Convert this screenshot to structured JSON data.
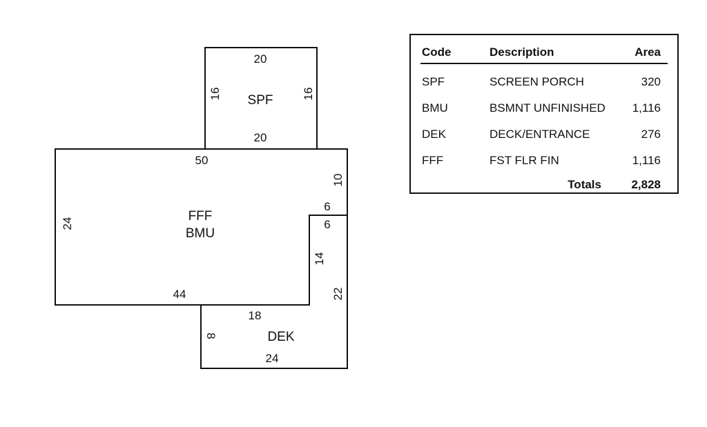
{
  "sketch": {
    "spf_label": "SPF",
    "fff_label": "FFF",
    "bmu_label": "BMU",
    "dek_label": "DEK",
    "dims": {
      "spf_top": "20",
      "spf_bottom": "20",
      "spf_left": "16",
      "spf_right": "16",
      "main_top": "50",
      "main_left": "24",
      "main_right_upper": "10",
      "notch_top": "6",
      "notch_side": "6",
      "main_bottom": "44",
      "inner_side": "14",
      "right_lower": "22",
      "dek_top": "18",
      "dek_left": "8",
      "dek_bottom": "24"
    }
  },
  "table": {
    "headers": {
      "code": "Code",
      "description": "Description",
      "area": "Area"
    },
    "rows": [
      {
        "code": "SPF",
        "description": "SCREEN PORCH",
        "area": "320"
      },
      {
        "code": "BMU",
        "description": "BSMNT UNFINISHED",
        "area": "1,116"
      },
      {
        "code": "DEK",
        "description": "DECK/ENTRANCE",
        "area": "276"
      },
      {
        "code": "FFF",
        "description": "FST FLR FIN",
        "area": "1,116"
      }
    ],
    "totals_label": "Totals",
    "totals_value": "2,828"
  }
}
